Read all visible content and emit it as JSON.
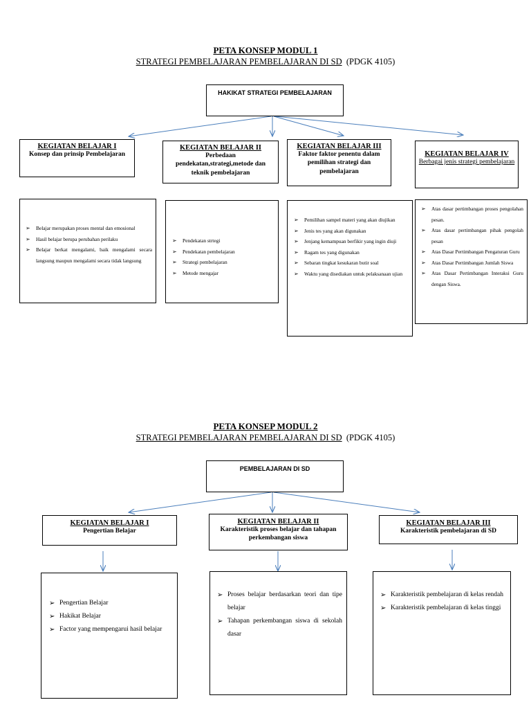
{
  "module1": {
    "title": "PETA KONSEP MODUL 1",
    "subtitle_main": "STRATEGI PEMBELAJARAN PEMBELAJARAN DI SD",
    "subtitle_code": "(PDGK 4105)",
    "root": "HAKIKAT STRATEGI PEMBELAJARAN",
    "kb": [
      {
        "heading": "KEGIATAN BELAJAR I",
        "subtitle": "Konsep dan prinsip Pembelajaran"
      },
      {
        "heading": "KEGIATAN BELAJAR II",
        "subtitle": "Perbedaan pendekatan,strategi,metode dan teknik pembelajaran"
      },
      {
        "heading": "KEGIATAN BELAJAR III",
        "subtitle": "Faktor faktor penentu dalam pemilihan strategi dan pembelajaran"
      },
      {
        "heading": "KEGIATAN BELAJAR IV",
        "subtitle": "Berbagai jenis strategi pembelajaran"
      }
    ],
    "details": [
      [
        "Belajar merupakan proses mental dan emosional",
        "Hasil belajar berupa perubahan perilaku",
        "Belajar berkat mengalami, baik mengalami secara langsung maupun mengalami secara tidak langsung"
      ],
      [
        "Pendekatan strtegi",
        "Pendekatan pembelajaran",
        "Strategi pembelajaran",
        "Metode mengajar"
      ],
      [
        "Pemilihan sampel materi yang akan diujikan",
        "Jenis tes yang akan digunakan",
        "Jenjang kemampuan berfikir yang ingin diuji",
        "Ragam tes yang digunakan",
        "Sebaran tingkat kesukaran butir soal",
        "Waktu yang disediakan untuk pelaksanaan ujian"
      ],
      [
        "Atas dasar pertimbangan proses pengolahan pesan.",
        "Atas dasar pertimbangan pihak pengolah pesan",
        "Atas Dasar Pertimbangan Pengaturan Guru",
        "Atas Dasar Pertimbangan Jumlah Siswa",
        "Atas Dasar Pertimbangan Interaksi Guru dengan Siswa."
      ]
    ]
  },
  "module2": {
    "title": "PETA KONSEP MODUL 2",
    "subtitle_main": "STRATEGI PEMBELAJARAN PEMBELAJARAN DI SD",
    "subtitle_code": "(PDGK 4105)",
    "root": "PEMBELAJARAN DI SD",
    "kb": [
      {
        "heading": "KEGIATAN BELAJAR I",
        "subtitle": "Pengertian Belajar"
      },
      {
        "heading": "KEGIATAN BELAJAR II",
        "subtitle": "Karakteristik proses belajar dan tahapan perkembangan siswa"
      },
      {
        "heading": "KEGIATAN BELAJAR III",
        "subtitle": "Karakteristik pembelajaran di SD"
      }
    ],
    "details": [
      [
        "Pengertian Belajar",
        "Hakikat Belajar",
        "Factor yang mempengarui hasil belajar"
      ],
      [
        "Proses belajar berdasarkan teori dan tipe belajar",
        "Tahapan perkembangan siswa di sekolah dasar"
      ],
      [
        "Karakteristik pembelajaran di kelas rendah",
        "Karakteristik pembelajaran di kelas tinggi"
      ]
    ]
  },
  "colors": {
    "connector": "#4a7ebb",
    "border": "#000000"
  },
  "icons": {
    "bullet": "arrowhead-bullet-icon",
    "connector": "arrow-icon"
  }
}
